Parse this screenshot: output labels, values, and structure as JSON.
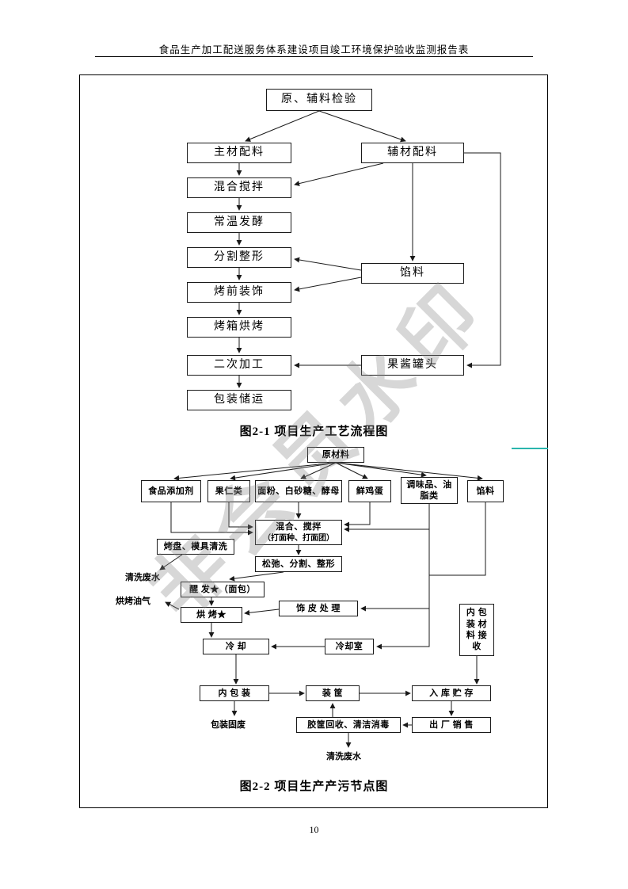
{
  "header": {
    "title": "食品生产加工配送服务体系建设项目竣工环境保护验收监测报告表"
  },
  "footer": {
    "page_number": "10"
  },
  "watermark": {
    "text": "非会员水印"
  },
  "colors": {
    "line": "#1a1a1a",
    "accent_teal": "#2ab5ad",
    "watermark_gray": "#878787"
  },
  "diagram1": {
    "caption": "图2-1  项目生产工艺流程图",
    "nodes": {
      "inspect": "原、辅料检验",
      "main_material": "主材配料",
      "aux_material": "辅材配料",
      "mixing": "混合搅拌",
      "fermentation": "常温发酵",
      "dividing": "分割整形",
      "pre_bake_decoration": "烤前装饰",
      "oven_baking": "烤箱烘烤",
      "secondary_processing": "二次加工",
      "packing_storage": "包装储运",
      "filling": "馅料",
      "jam_can": "果酱罐头"
    }
  },
  "diagram2": {
    "caption": "图2-2  项目生产产污节点图",
    "nodes": {
      "raw_material": "原材料",
      "food_additive": "食品添加剂",
      "nuts": "果仁类",
      "flour_sugar_yeast": "面粉、白砂糖、酵母",
      "fresh_egg": "鲜鸡蛋",
      "seasoning_line1": "调味品、油",
      "seasoning_line2": "脂类",
      "filling": "馅料",
      "mixing_line1": "混合、搅拌",
      "mixing_line2": "（打面种、打面团）",
      "tray_mold_washing": "烤盘、模具清洗",
      "relax_divide_shape": "松弛、分割、整形",
      "proofing": "醒  发★（面包）",
      "baking": "烘  烤★",
      "skin_decoration": "饰 皮 处 理",
      "pack_material_line1": "内 包",
      "pack_material_line2": "装 材",
      "pack_material_line3": "料 接",
      "pack_material_line4": "收",
      "cooling": "冷  却",
      "cooling_room": "冷却室",
      "inner_packing": "内 包 装",
      "basket_loading": "装  筐",
      "warehouse_storage": "入 库 贮 存",
      "basket_recycle": "胶筐回收、清洁消毒",
      "factory_sale": "出 厂 销 售"
    },
    "labels": {
      "washing_wastewater_1": "清洗废水",
      "baking_fumes": "烘烤油气",
      "packing_solid_waste": "包装固废",
      "washing_wastewater_2": "清洗废水"
    }
  }
}
